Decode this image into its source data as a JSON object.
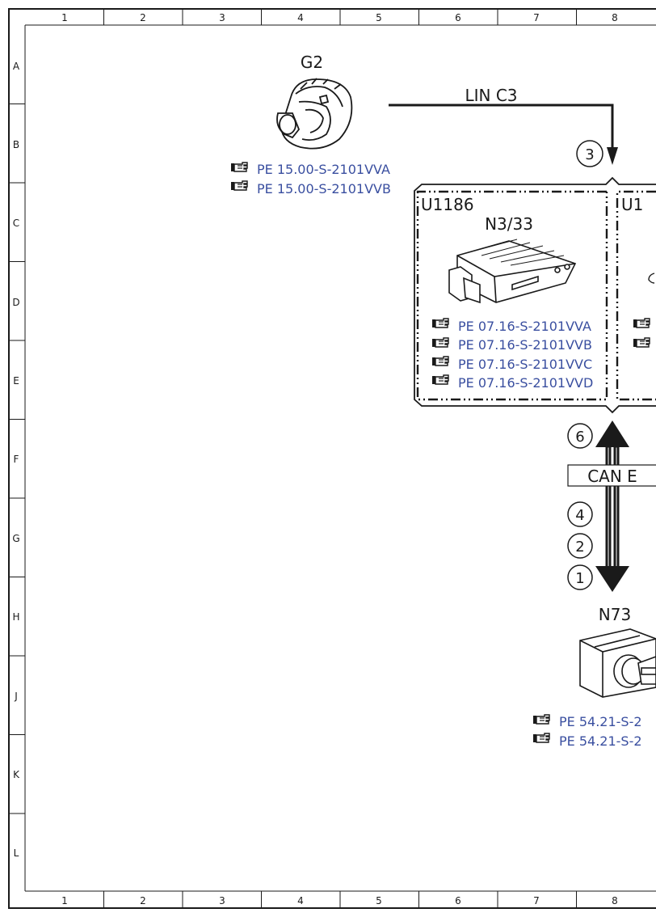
{
  "grid": {
    "columns": [
      "1",
      "2",
      "3",
      "4",
      "5",
      "6",
      "7",
      "8"
    ],
    "rows": [
      "A",
      "B",
      "C",
      "D",
      "E",
      "F",
      "G",
      "H",
      "J",
      "K",
      "L"
    ]
  },
  "components": {
    "g2": {
      "name": "G2",
      "refs": [
        "PE 15.00-S-2101VVA",
        "PE 15.00-S-2101VVB"
      ]
    },
    "n3_33": {
      "unit": "U1186",
      "name": "N3/33",
      "refs": [
        "PE 07.16-S-2101VVA",
        "PE 07.16-S-2101VVB",
        "PE 07.16-S-2101VVC",
        "PE 07.16-S-2101VVD"
      ]
    },
    "second_unit": {
      "unit_partial": "U1"
    },
    "n73": {
      "name": "N73",
      "refs": [
        "PE 54.21-S-2",
        "PE 54.21-S-2"
      ]
    }
  },
  "connections": {
    "lin_label": "LIN C3",
    "can_label": "CAN E",
    "markers": [
      "3",
      "6",
      "4",
      "2",
      "1"
    ]
  },
  "colors": {
    "line": "#1a1a1a",
    "reference_link": "#3a4fa0",
    "background": "#ffffff"
  },
  "icons": {
    "reference": "pointing-hand-icon"
  }
}
